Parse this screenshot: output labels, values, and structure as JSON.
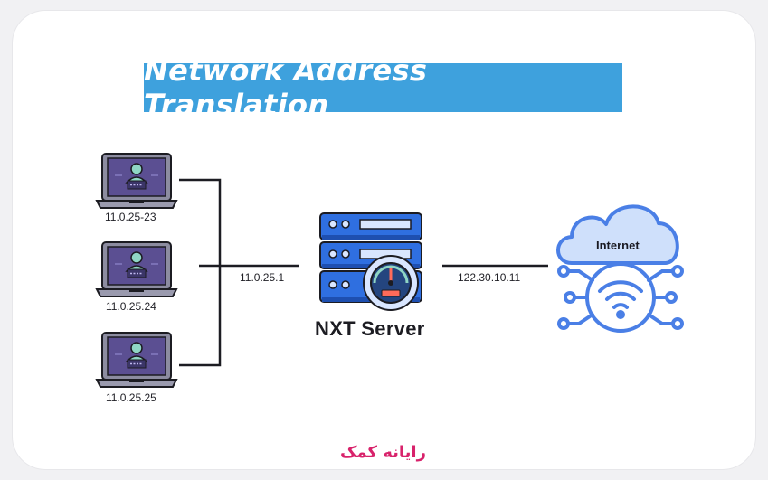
{
  "title": "Network Address Translation",
  "clients": [
    {
      "ip": "11.0.25-23"
    },
    {
      "ip": "11.0.25.24"
    },
    {
      "ip": "11.0.25.25"
    }
  ],
  "server": {
    "name": "NXT Server",
    "private_ip": "11.0.25.1",
    "public_ip": "122.30.10.11"
  },
  "internet": {
    "label": "Internet"
  },
  "brand": {
    "logo_text": "رایانه کمک"
  },
  "colors": {
    "title_bg": "#3ea1dd",
    "laptop_screen": "#5b4f92",
    "server_blue": "#2f6fe0",
    "internet_blue": "#4a7fe6",
    "cloud_fill": "#cfe0fb",
    "brand_pink": "#d8226b"
  },
  "icons": [
    "laptop-icon",
    "server-icon",
    "gauge-icon",
    "cloud-icon",
    "wifi-icon"
  ]
}
